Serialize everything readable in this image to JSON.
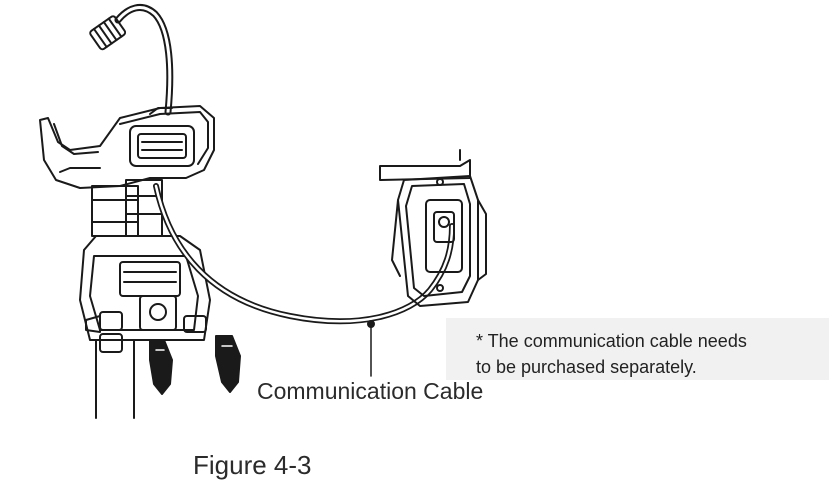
{
  "figure": {
    "caption": "Figure 4-3",
    "callout_label": "Communication Cable"
  },
  "note": {
    "line1": "* The communication cable needs",
    "line2": "to be purchased separately."
  }
}
